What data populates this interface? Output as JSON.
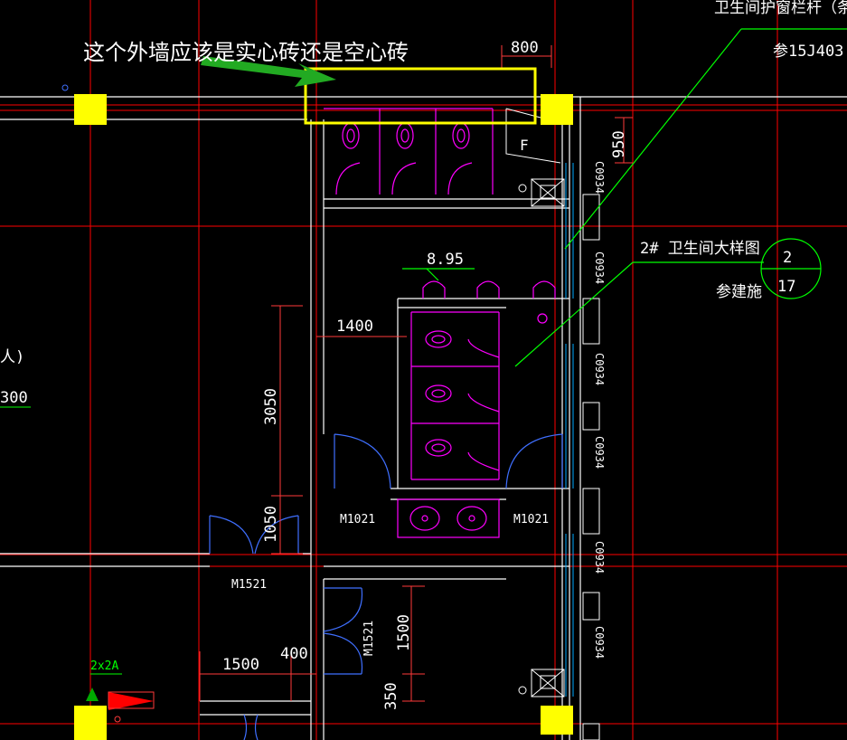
{
  "annotation": {
    "question": "这个外墙应该是实心砖还是空心砖"
  },
  "top_right_note": {
    "line1": "卫生间护窗栏杆（条",
    "line2": "参15J403"
  },
  "callout": {
    "title": "2# 卫生间大样图",
    "circle_top": "2",
    "circle_bottom": "17",
    "ref": "参建施"
  },
  "dimensions": {
    "top_width": "800",
    "right_950": "950",
    "elevation": "8.95",
    "w_1400": "1400",
    "h_3050": "3050",
    "h_1050": "1050",
    "w_1500": "1500",
    "w_400": "400",
    "h_1500": "1500",
    "h_350": "350"
  },
  "doors": {
    "m1021_left": "M1021",
    "m1021_right": "M1021",
    "m1521_left": "M1521",
    "m1521_vertical": "M1521"
  },
  "windows": {
    "c0934_1": "C0934",
    "c0934_2": "C0934",
    "c0934_3": "C0934",
    "c0934_4": "C0934",
    "c0934_5": "C0934",
    "c0934_6": "C0934"
  },
  "labels": {
    "shaft": "F",
    "column_tag": "2x2A",
    "left_partial": "人)",
    "left_number": "300"
  },
  "colors": {
    "wall": "#ffffff",
    "axis": "#ff0000",
    "fixture": "#ff00ff",
    "door": "#3f6fff",
    "dimension": "#ff3a3a",
    "highlight": "#ffff00",
    "leader": "#00ff00",
    "glazing": "#00aaff"
  }
}
